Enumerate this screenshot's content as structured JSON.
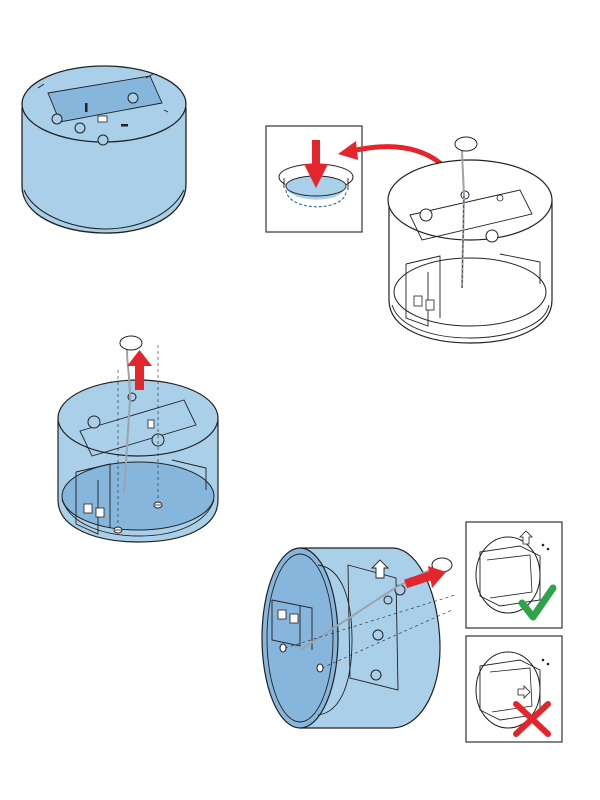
{
  "document": {
    "kind": "installation-instructions",
    "text": []
  },
  "colors": {
    "housing_fill": "#a9cfe9",
    "housing_shade": "#86b6db",
    "outline": "#222222",
    "arrow": "#e3262b",
    "check": "#2fa34a",
    "cross": "#e3262b",
    "panel_border": "#333333",
    "cable": "#9aa4ad"
  },
  "steps": [
    {
      "name": "housing-top-view",
      "icon": "cylindrical-housing-icon"
    },
    {
      "name": "route-cable-through-hole",
      "icon": "cable-grommet-icon"
    },
    {
      "name": "pull-cable-and-screw",
      "icon": "pull-up-arrow-icon"
    },
    {
      "name": "mount-on-wall",
      "icon": "wall-mount-icon"
    }
  ],
  "verdicts": [
    {
      "name": "correct-orientation",
      "icon": "check-mark-icon"
    },
    {
      "name": "wrong-orientation",
      "icon": "cross-mark-icon"
    }
  ]
}
